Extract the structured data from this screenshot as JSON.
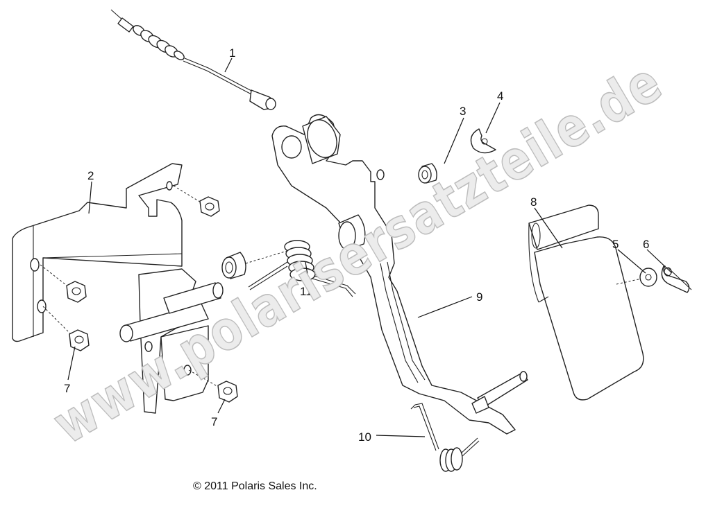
{
  "diagram": {
    "callouts": {
      "p1": "1",
      "p2": "2",
      "p3": "3",
      "p4": "4",
      "p5": "5",
      "p6": "6",
      "p7a": "7",
      "p7b": "7",
      "p8": "8",
      "p9": "9",
      "p10": "10",
      "p11": "11"
    },
    "watermark": "www.polarisersatzteile.de",
    "copyright": "© 2011 Polaris Sales Inc."
  }
}
